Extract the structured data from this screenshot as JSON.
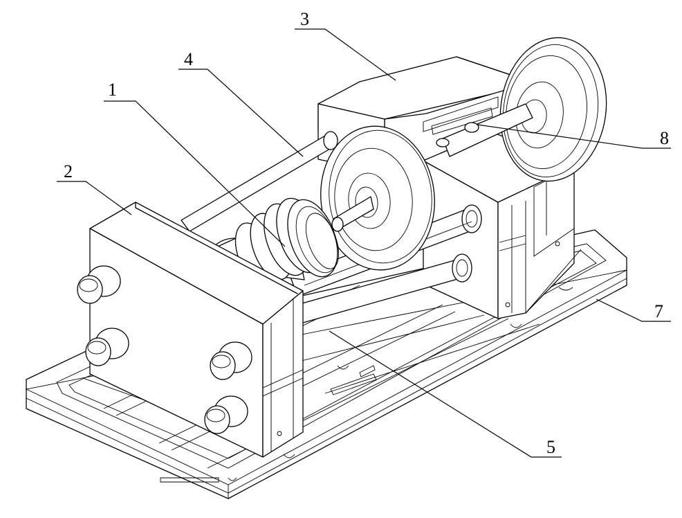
{
  "callouts": [
    {
      "id": "1",
      "label": "1"
    },
    {
      "id": "2",
      "label": "2"
    },
    {
      "id": "3",
      "label": "3"
    },
    {
      "id": "4",
      "label": "4"
    },
    {
      "id": "5",
      "label": "5"
    },
    {
      "id": "7",
      "label": "7"
    },
    {
      "id": "8",
      "label": "8"
    }
  ]
}
